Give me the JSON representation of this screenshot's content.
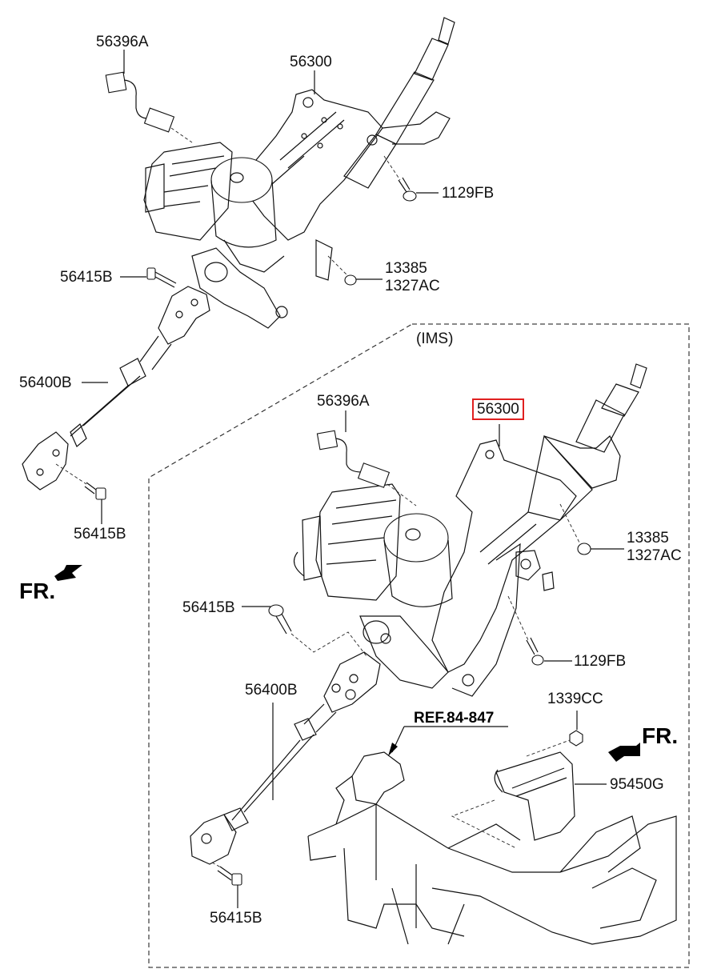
{
  "diagram": {
    "title": "Steering Column & Shaft",
    "top_assembly": {
      "labels": {
        "connector": "56396A",
        "column": "56300",
        "bolt_upper": "56415B",
        "shaft": "56400B",
        "bolt_lower": "56415B",
        "screw": "1129FB",
        "nut_line1": "13385",
        "nut_line2": "1327AC"
      },
      "direction": "FR."
    },
    "ims_assembly": {
      "section_title": "(IMS)",
      "labels": {
        "connector": "56396A",
        "column": "56300",
        "column_highlighted": true,
        "nut_line1": "13385",
        "nut_line2": "1327AC",
        "screw": "1129FB",
        "bolt_upper": "56415B",
        "shaft": "56400B",
        "bolt_lower": "56415B",
        "nut_module": "1339CC",
        "module": "95450G",
        "reference": "REF.84-847"
      },
      "direction": "FR.",
      "highlight_color": "#e02020"
    }
  }
}
